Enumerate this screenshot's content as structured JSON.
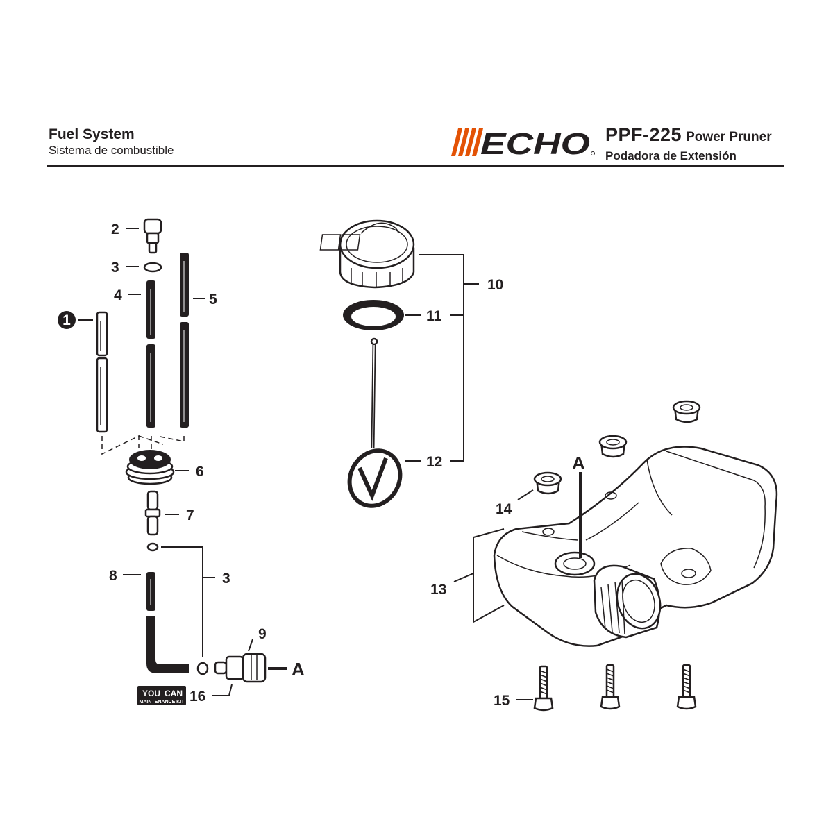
{
  "header": {
    "title_en": "Fuel System",
    "title_es": "Sistema de combustible",
    "brand": "ECHO",
    "model_code": "PPF-225",
    "model_name_en": "Power Pruner",
    "model_name_es": "Podadora de Extensión"
  },
  "labels": {
    "p1": "1",
    "p2": "2",
    "p3a": "3",
    "p4": "4",
    "p5": "5",
    "p6": "6",
    "p7": "7",
    "p8": "8",
    "p3b": "3",
    "p9": "9",
    "p16": "16",
    "pA1": "A",
    "p10": "10",
    "p11": "11",
    "p12": "12",
    "p13": "13",
    "p14": "14",
    "p15": "15",
    "pA2": "A"
  },
  "kit_badge": {
    "top": "YOU",
    "middle": "CAN",
    "bottom": "MAINTENANCE KIT"
  },
  "colors": {
    "ink": "#231f20",
    "brand_orange": "#e35205"
  }
}
